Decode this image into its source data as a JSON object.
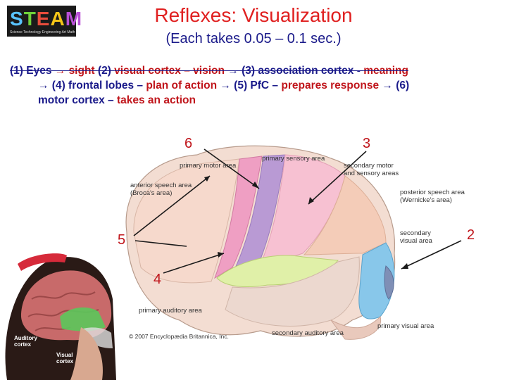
{
  "logo": {
    "letters": [
      "S",
      "T",
      "E",
      "A",
      "M"
    ],
    "tagline": "Science Technology Engineering Art Math"
  },
  "title": "Reflexes: Visualization",
  "subtitle": "(Each takes 0.05 – 0.1 sec.)",
  "steps": {
    "line1": {
      "p1": "(1) Eyes",
      "p2": " → sight ",
      "p3": "(2) ",
      "p4": "visual cortex – vision",
      "p5": " → (3) association cortex - ",
      "p6": "meaning"
    },
    "line2": {
      "p1": "→ (4) frontal lobes – ",
      "p2": "plan of action",
      "p3": " → (5) PfC – ",
      "p4": "prepares response",
      "p5": " → (6)"
    },
    "line3": {
      "p1": "motor cortex – ",
      "p2": "takes an action"
    }
  },
  "callouts": {
    "six": "6",
    "three": "3",
    "five": "5",
    "two": "2",
    "four": "4"
  },
  "brain_labels": {
    "primary_sensory": "primary sensory area",
    "primary_motor": "primary motor area",
    "secondary_motor": "secondary motor",
    "secondary_motor_2": "and sensory areas",
    "anterior_speech_1": "anterior speech area",
    "anterior_speech_2": "(Broca's area)",
    "posterior_speech_1": "posterior speech area",
    "posterior_speech_2": "(Wernicke's area)",
    "secondary_visual_1": "secondary",
    "secondary_visual_2": "visual area",
    "primary_auditory": "primary auditory area",
    "secondary_auditory": "secondary auditory area",
    "primary_visual": "primary visual area",
    "copyright": "© 2007 Encyclopædia Britannica, Inc."
  },
  "photo_labels": {
    "auditory_1": "Auditory",
    "auditory_2": "cortex",
    "visual_1": "Visual",
    "visual_2": "cortex"
  }
}
